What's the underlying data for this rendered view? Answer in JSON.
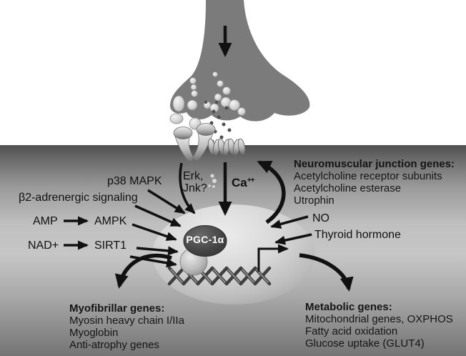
{
  "labels": {
    "p38_mapk": "p38 MAPK",
    "erk_line1": "Erk,",
    "erk_line2": "Jnk?",
    "ca_base": "Ca",
    "ca_sup": "++",
    "b2_adrenergic": "β2-adrenergic signaling",
    "amp": "AMP",
    "ampk": "AMPK",
    "nad": "NAD+",
    "sirt1": "SIRT1",
    "no": "NO",
    "thyroid": "Thyroid hormone",
    "pgc1a": "PGC-1α"
  },
  "gene_blocks": {
    "nmj": {
      "header": "Neuromuscular junction genes:",
      "items": [
        "Acetylcholine receptor subunits",
        "Acetylcholine esterase",
        "Utrophin"
      ]
    },
    "myofibrillar": {
      "header": "Myofibrillar genes:",
      "items": [
        "Myosin heavy chain I/IIa",
        "Myoglobin",
        "Anti-atrophy genes"
      ]
    },
    "metabolic": {
      "header": "Metabolic genes:",
      "items": [
        "Mitochondrial genes, OXPHOS",
        "Fatty acid oxidation",
        "Glucose uptake (GLUT4)"
      ]
    }
  },
  "colors": {
    "axon_terminal": "#7b7b7b",
    "muscle_dark": "#4e4e4e",
    "muscle_light": "#c6c6c6",
    "nucleus_light": "#eaeaea",
    "pgc_oval": "#3a3a3a",
    "arrow": "#111111",
    "vesicle": "#e8e8e8"
  }
}
